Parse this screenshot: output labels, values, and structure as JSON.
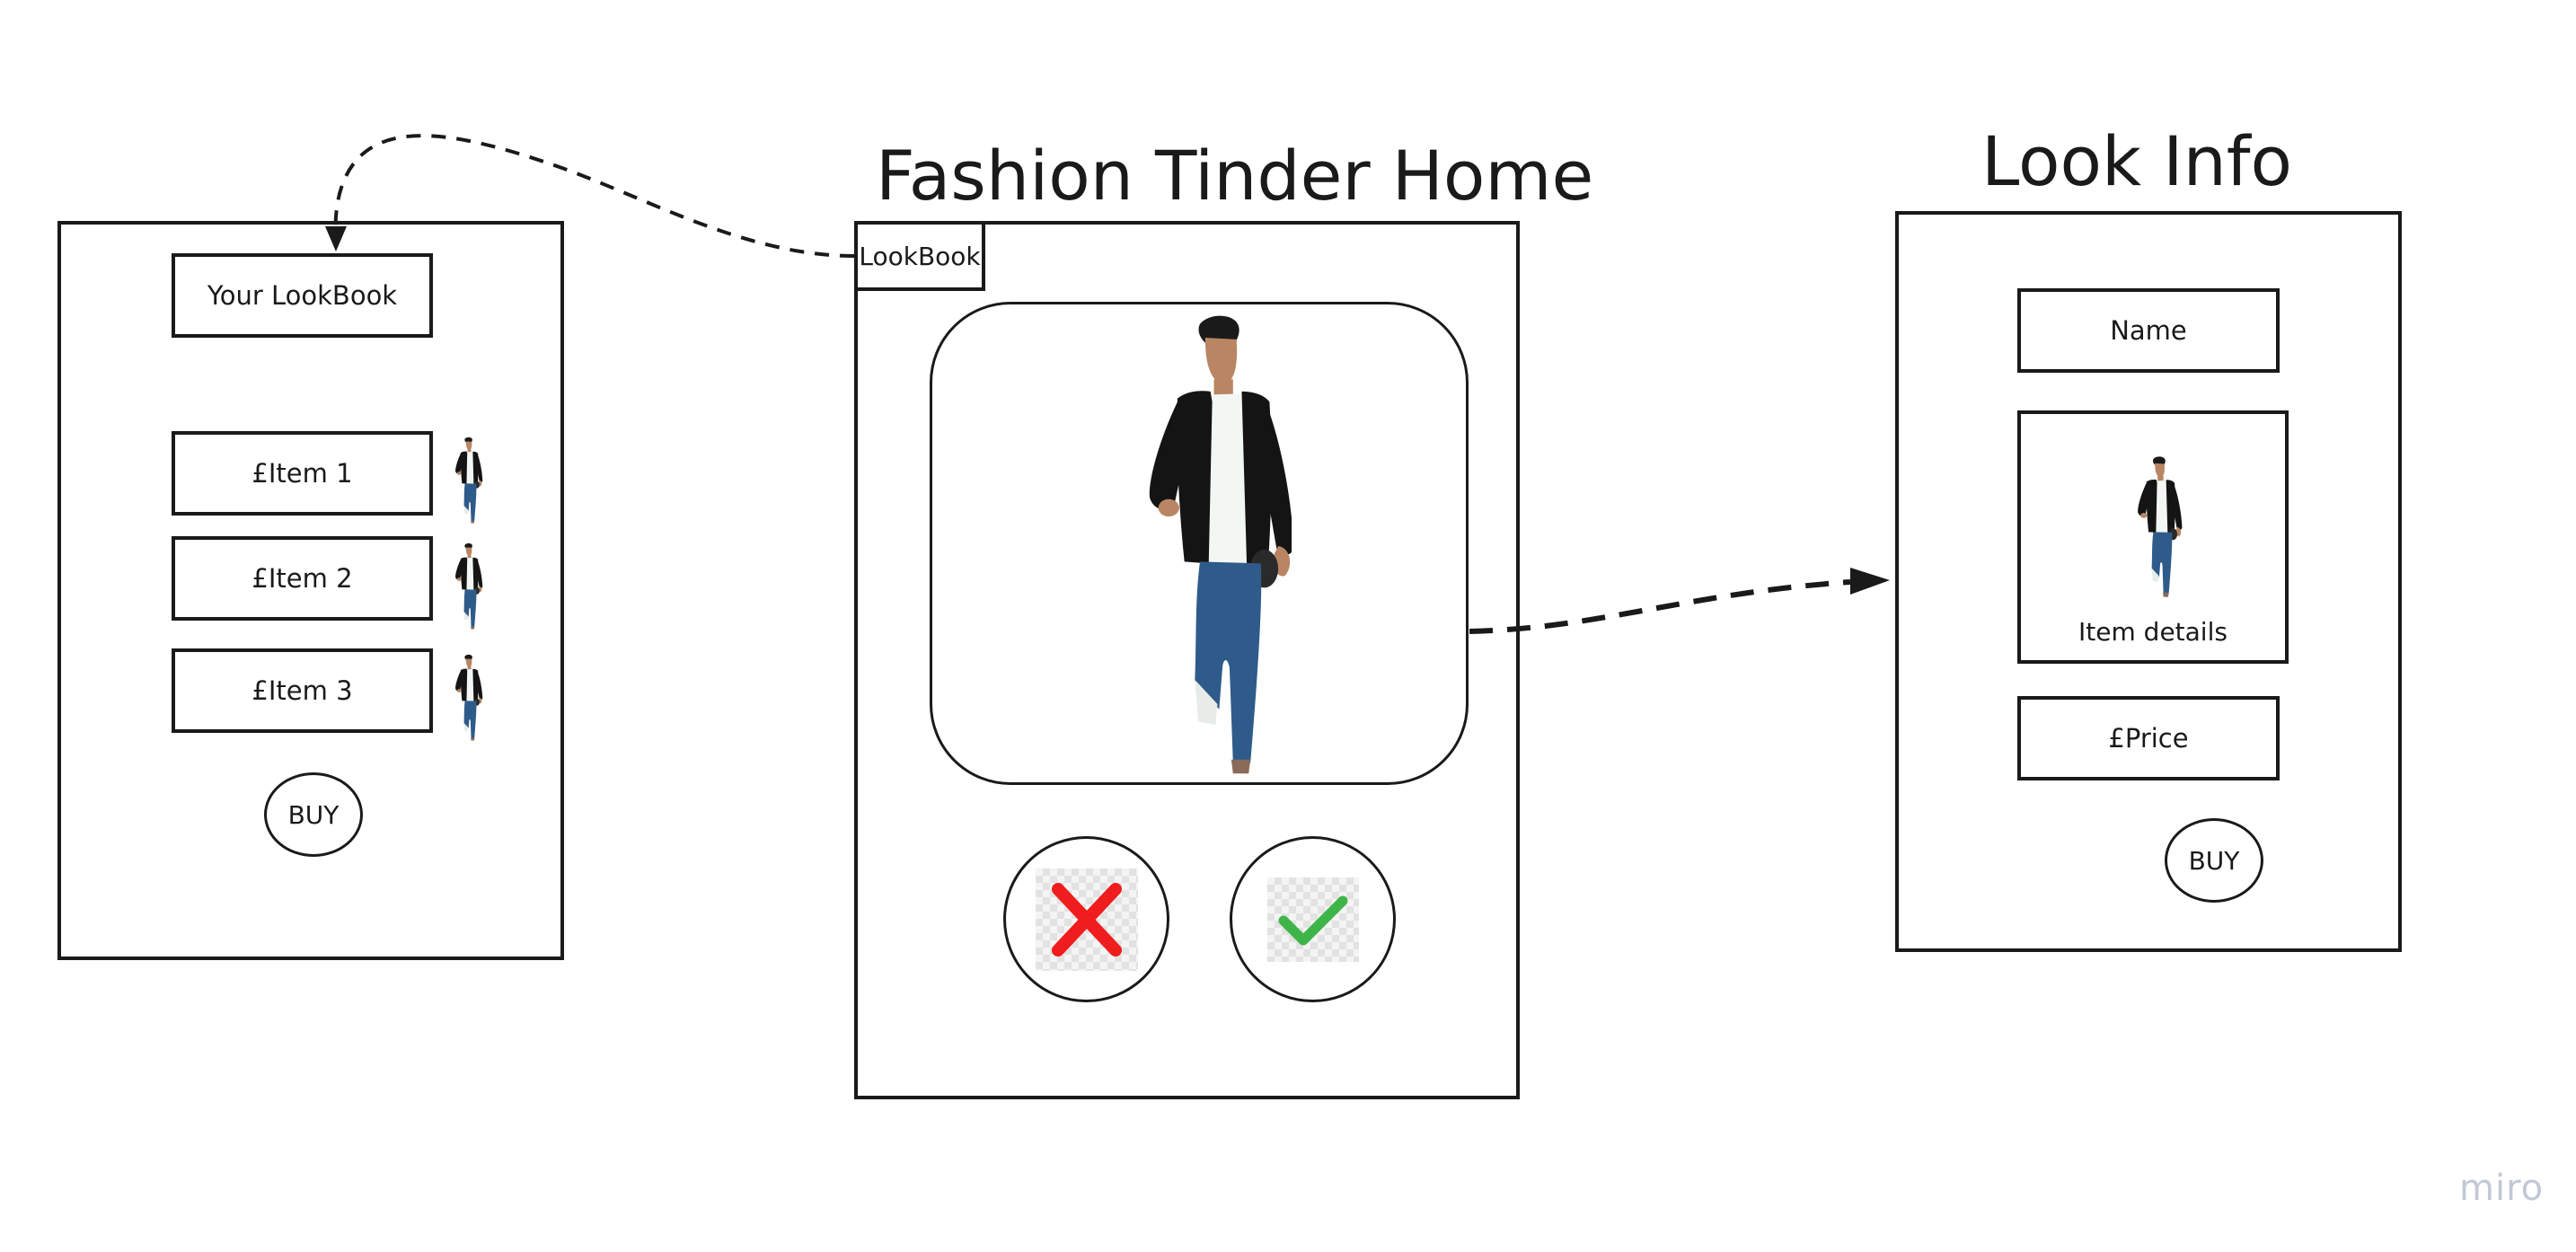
{
  "lookbook_screen": {
    "header_label": "Your LookBook",
    "items": [
      {
        "label": "£Item 1"
      },
      {
        "label": "£Item 2"
      },
      {
        "label": "£Item 3"
      }
    ],
    "buy_label": "BUY"
  },
  "home_screen": {
    "title": "Fashion Tinder Home",
    "lookbook_button_label": "LookBook",
    "reject_icon": "cross-icon",
    "accept_icon": "check-icon"
  },
  "look_info_screen": {
    "title": "Look Info",
    "name_label": "Name",
    "details_label": "Item details",
    "price_label": "£Price",
    "buy_label": "BUY"
  },
  "colors": {
    "line": "#1a1a1a",
    "reject": "#ef1d1d",
    "accept": "#3fb549",
    "jacket": "#141414",
    "jeans": "#2f5b8a",
    "skin": "#b98563",
    "shirt": "#f3f7f3"
  },
  "watermark": "miro"
}
